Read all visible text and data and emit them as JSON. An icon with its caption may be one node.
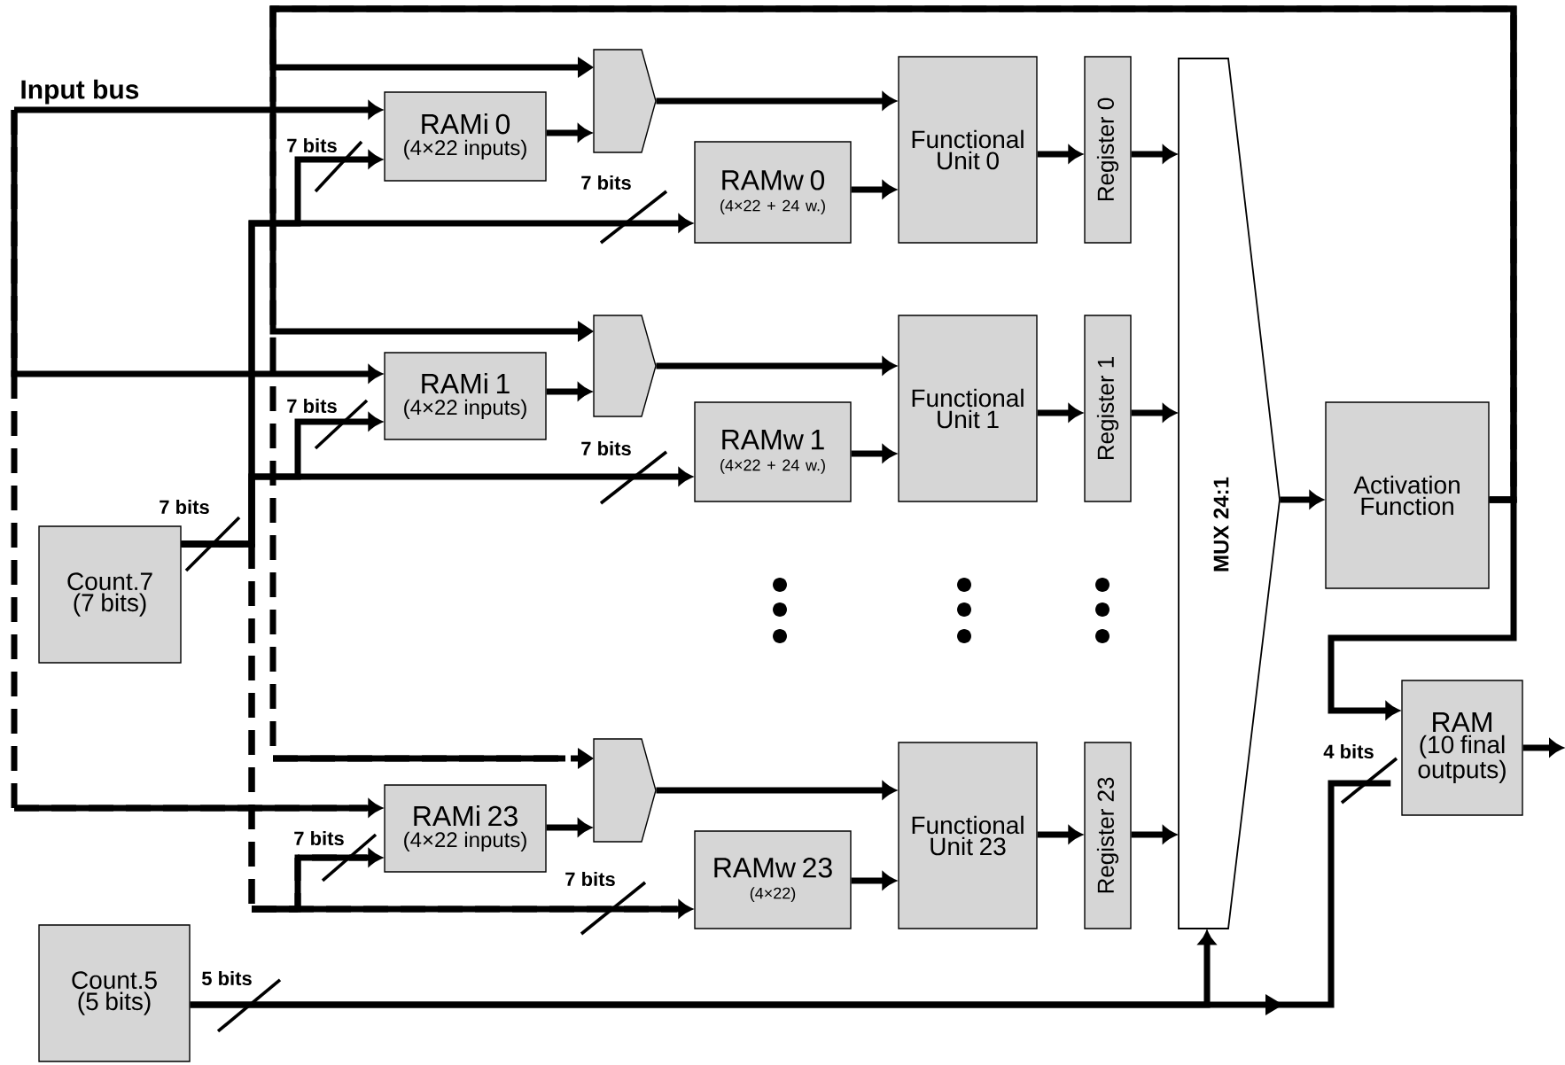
{
  "diagram": {
    "nodes": [
      {
        "text": [
          "Input bus"
        ]
      },
      {
        "text": [
          "RAMi 0",
          "(4×22 inputs)"
        ]
      },
      {
        "text": [],
        "shape": "pentagon"
      },
      {
        "text": [
          "RAMw 0",
          "(4×22 + 24 w.)"
        ]
      },
      {
        "text": [
          "Functional Unit 0"
        ]
      },
      {
        "text": [
          "Register 0"
        ]
      },
      {
        "text": [
          "RAMi 1",
          "(4×22 inputs)"
        ]
      },
      {
        "text": [],
        "shape": "pentagon"
      },
      {
        "text": [
          "RAMw 1",
          "(4×22 + 24 w.)"
        ]
      },
      {
        "text": [
          "Functional Unit 1"
        ]
      },
      {
        "text": [
          "Register 1"
        ]
      },
      {
        "text": [
          "RAMi 23",
          "(4×22 inputs)"
        ]
      },
      {
        "text": [],
        "shape": "pentagon"
      },
      {
        "text": [
          "RAMw 23",
          "(4×22)"
        ]
      },
      {
        "text": [
          "Functional Unit 23"
        ]
      },
      {
        "text": [
          "Register 23"
        ]
      },
      {
        "text": [
          "MUX 24:1"
        ]
      },
      {
        "text": [
          "Activation Function"
        ]
      },
      {
        "text": [
          "RAM",
          "(10 final outputs)"
        ]
      },
      {
        "text": [
          "Count.7",
          "(7 bits)"
        ]
      },
      {
        "text": [
          "Count.5",
          "(5 bits)"
        ]
      }
    ],
    "edges": [
      {
        "from": 0,
        "to": 1,
        "arrow": "to"
      },
      {
        "from": 0,
        "to": 6,
        "arrow": "to"
      },
      {
        "from": 0,
        "to": 11,
        "arrow": "to",
        "style": "dashed"
      },
      {
        "from": 1,
        "to": 2,
        "arrow": "to"
      },
      {
        "from": 6,
        "to": 7,
        "arrow": "to"
      },
      {
        "from": 11,
        "to": 12,
        "arrow": "to"
      },
      {
        "from": 2,
        "to": 4,
        "arrow": "to"
      },
      {
        "from": 7,
        "to": 9,
        "arrow": "to"
      },
      {
        "from": 12,
        "to": 14,
        "arrow": "to"
      },
      {
        "from": 3,
        "to": 4,
        "arrow": "to"
      },
      {
        "from": 8,
        "to": 9,
        "arrow": "to"
      },
      {
        "from": 13,
        "to": 14,
        "arrow": "to"
      },
      {
        "from": 4,
        "to": 5,
        "arrow": "to"
      },
      {
        "from": 9,
        "to": 10,
        "arrow": "to"
      },
      {
        "from": 14,
        "to": 15,
        "arrow": "to"
      },
      {
        "from": 5,
        "to": 16,
        "arrow": "to"
      },
      {
        "from": 10,
        "to": 16,
        "arrow": "to"
      },
      {
        "from": 15,
        "to": 16,
        "arrow": "to"
      },
      {
        "from": 16,
        "to": 17,
        "arrow": "to"
      },
      {
        "from": 17,
        "to": 2,
        "arrow": "to"
      },
      {
        "from": 17,
        "to": 7,
        "arrow": "to"
      },
      {
        "from": 17,
        "to": 12,
        "arrow": "to",
        "style": "dashed"
      },
      {
        "from": 17,
        "to": 18,
        "arrow": "to"
      },
      {
        "from": 19,
        "to": 1,
        "arrow": "to"
      },
      {
        "from": 19,
        "to": 3,
        "arrow": "to"
      },
      {
        "from": 19,
        "to": 6,
        "arrow": "to"
      },
      {
        "from": 19,
        "to": 8,
        "arrow": "to"
      },
      {
        "from": 19,
        "to": 11,
        "arrow": "to",
        "style": "dashed"
      },
      {
        "from": 19,
        "to": 13,
        "arrow": "to",
        "style": "dashed"
      },
      {
        "from": 20,
        "to": 16,
        "arrow": "to"
      },
      {
        "from": 20,
        "to": 18,
        "arrow": "to"
      },
      {
        "from": 18,
        "to": null,
        "arrow": "to"
      }
    ],
    "labels": [
      "7 bits",
      "7 bits",
      "7 bits",
      "7 bits",
      "7 bits",
      "4 bits",
      "7 bits",
      "7 bits",
      "5 bits"
    ]
  }
}
